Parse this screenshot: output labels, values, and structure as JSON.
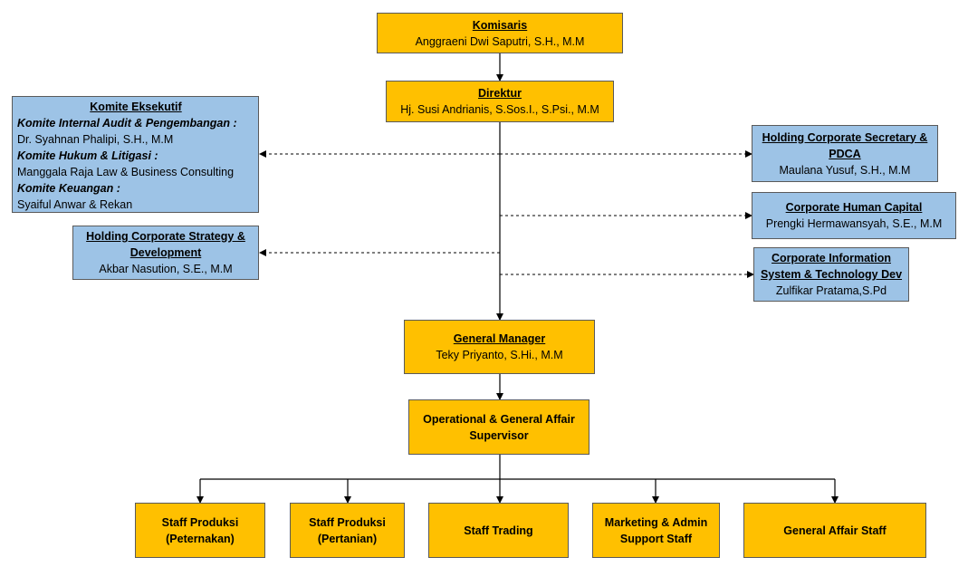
{
  "komisaris": {
    "title": "Komisaris",
    "name": "Anggraeni Dwi Saputri, S.H., M.M"
  },
  "direktur": {
    "title": "Direktur",
    "name": "Hj. Susi Andrianis, S.Sos.I., S.Psi., M.M"
  },
  "komite": {
    "title": "Komite Eksekutif",
    "audit_label": "Komite Internal Audit & Pengembangan :",
    "audit_name": "Dr. Syahnan Phalipi, S.H., M.M",
    "hukum_label": "Komite Hukum & Litigasi :",
    "hukum_name": "Manggala Raja Law & Business Consulting",
    "keuangan_label": "Komite Keuangan :",
    "keuangan_name": "Syaiful Anwar & Rekan"
  },
  "strategy": {
    "title_line1": "Holding Corporate Strategy &",
    "title_line2": "Development",
    "name": "Akbar Nasution, S.E., M.M"
  },
  "secretary": {
    "title_line1": "Holding Corporate Secretary &",
    "title_line2": "PDCA",
    "name": "Maulana Yusuf, S.H., M.M"
  },
  "human_capital": {
    "title": "Corporate Human Capital",
    "name": "Prengki Hermawansyah, S.E., M.M"
  },
  "info_system": {
    "title_line1": "Corporate Information",
    "title_line2": "System & Technology Dev",
    "name": "Zulfikar Pratama,S.Pd"
  },
  "gm": {
    "title": "General Manager",
    "name": "Teky Priyanto, S.Hi., M.M"
  },
  "supervisor": {
    "line1": "Operational & General Affair",
    "line2": "Supervisor"
  },
  "staff": [
    {
      "line1": "Staff Produksi",
      "line2": "(Peternakan)"
    },
    {
      "line1": "Staff Produksi",
      "line2": "(Pertanian)"
    },
    {
      "line1": "Staff Trading",
      "line2": ""
    },
    {
      "line1": "Marketing & Admin",
      "line2": "Support Staff"
    },
    {
      "line1": "General Affair Staff",
      "line2": ""
    }
  ],
  "colors": {
    "gold": "#ffc000",
    "blue": "#9dc3e6"
  }
}
